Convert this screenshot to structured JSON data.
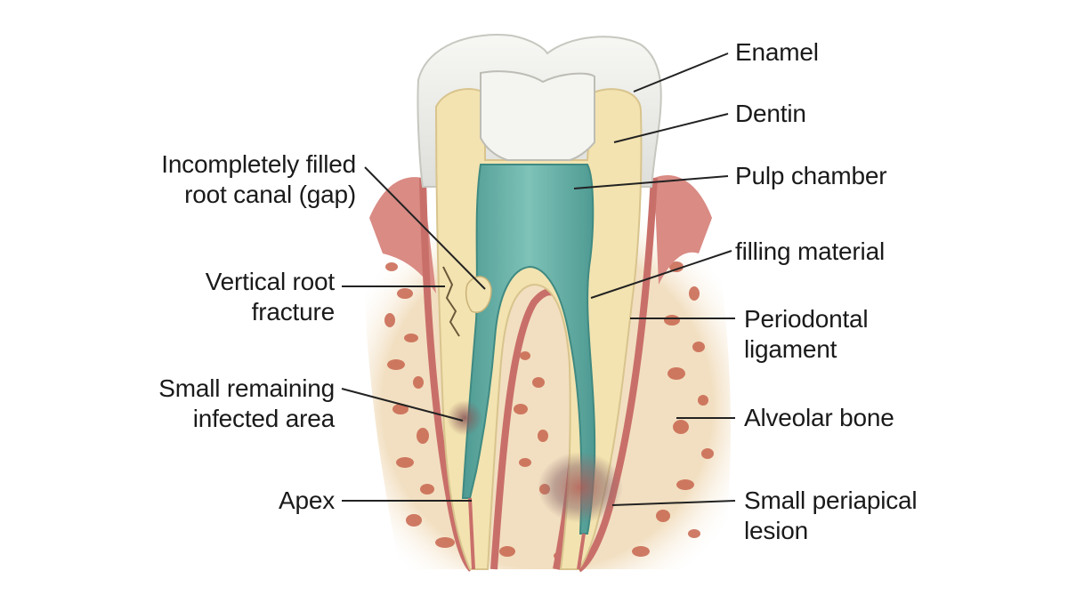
{
  "labels": {
    "enamel": "Enamel",
    "dentin": "Dentin",
    "pulp_chamber": "Pulp chamber",
    "filling_material": "filling material",
    "periodontal_ligament": [
      "Periodontal",
      "ligament"
    ],
    "alveolar_bone": "Alveolar bone",
    "periapical_lesion": [
      "Small periapical",
      "lesion"
    ],
    "incomplete_fill": [
      "Incompletely filled",
      "root canal (gap)"
    ],
    "vertical_fracture": [
      "Vertical root",
      "fracture"
    ],
    "infected_area": [
      "Small remaining",
      "infected area"
    ],
    "apex": "Apex"
  },
  "colors": {
    "enamel": "#eeeeea",
    "dentin": "#f3e3b0",
    "pulp_filling": "#5fa9a0",
    "gum": "#d98b84",
    "bone": "#f2dfc1",
    "bone_pores": "#c8664f",
    "ligament": "#c96f6a",
    "lesion": "#8f6d6d",
    "leader_line": "#222222"
  }
}
